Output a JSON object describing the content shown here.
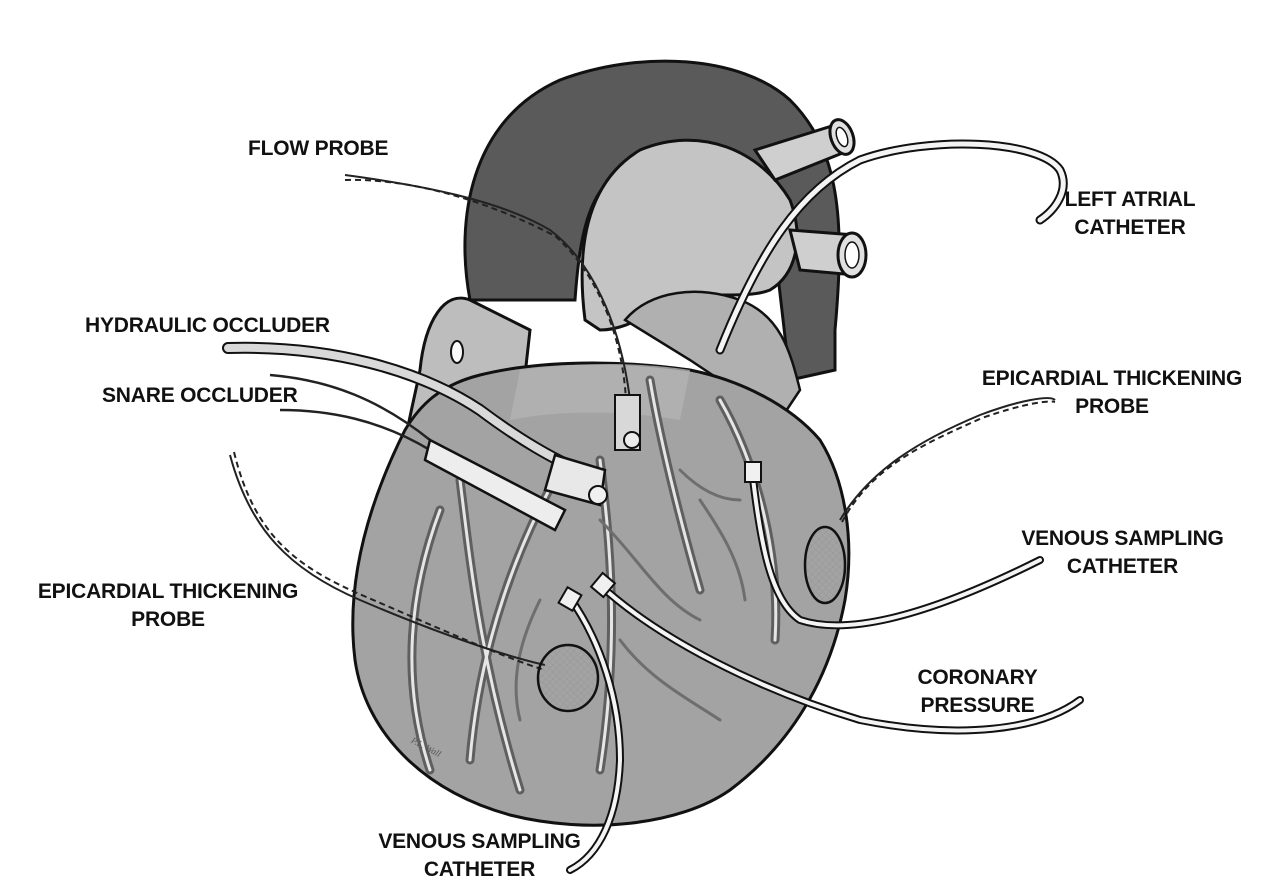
{
  "colors": {
    "aorta": "#5a5a5a",
    "atria": "#b8b8b8",
    "ventricle": "#a3a3a3",
    "vessel_light": "#e6e6e6",
    "vessel_dark": "#6a6a6a",
    "outline": "#111111"
  },
  "labels": {
    "flow_probe": "FLOW PROBE",
    "left_atrial_catheter": [
      "LEFT ATRIAL",
      "CATHETER"
    ],
    "hydraulic_occluder": "HYDRAULIC OCCLUDER",
    "snare_occluder": "SNARE OCCLUDER",
    "epicardial_thickening_probe_right": [
      "EPICARDIAL THICKENING",
      "PROBE"
    ],
    "epicardial_thickening_probe_left": [
      "EPICARDIAL THICKENING",
      "PROBE"
    ],
    "venous_sampling_catheter_right": [
      "VENOUS SAMPLING",
      "CATHETER"
    ],
    "coronary_pressure": [
      "CORONARY",
      "PRESSURE"
    ],
    "venous_sampling_catheter_bottom": [
      "VENOUS SAMPLING",
      "CATHETER"
    ]
  },
  "signature": "P.L. Wall"
}
